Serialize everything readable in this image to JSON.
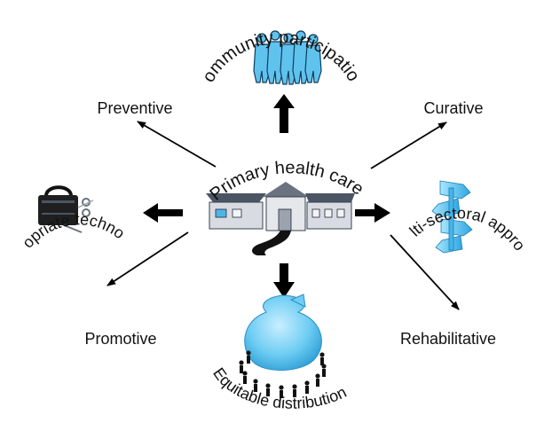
{
  "center": {
    "label": "Primary health care",
    "icon": "health-center-building-icon"
  },
  "elements": {
    "community": {
      "label": "Community participation",
      "icon": "people-group-icon"
    },
    "technology": {
      "label": "Appropriate technology",
      "icon": "medical-bag-icon"
    },
    "multisectoral": {
      "label": "Multi-sectoral approach",
      "icon": "signpost-arrows-icon"
    },
    "equitable": {
      "label": "Equitable distribution",
      "icon": "people-circle-icon"
    }
  },
  "care_types": {
    "preventive": "Preventive",
    "curative": "Curative",
    "promotive": "Promotive",
    "rehabilitative": "Rehabilitative"
  },
  "colors": {
    "accent_blue": "#5fc3ee",
    "arrow": "#000000",
    "building_roof": "#8e95a2",
    "building_wall": "#d8dce2"
  }
}
